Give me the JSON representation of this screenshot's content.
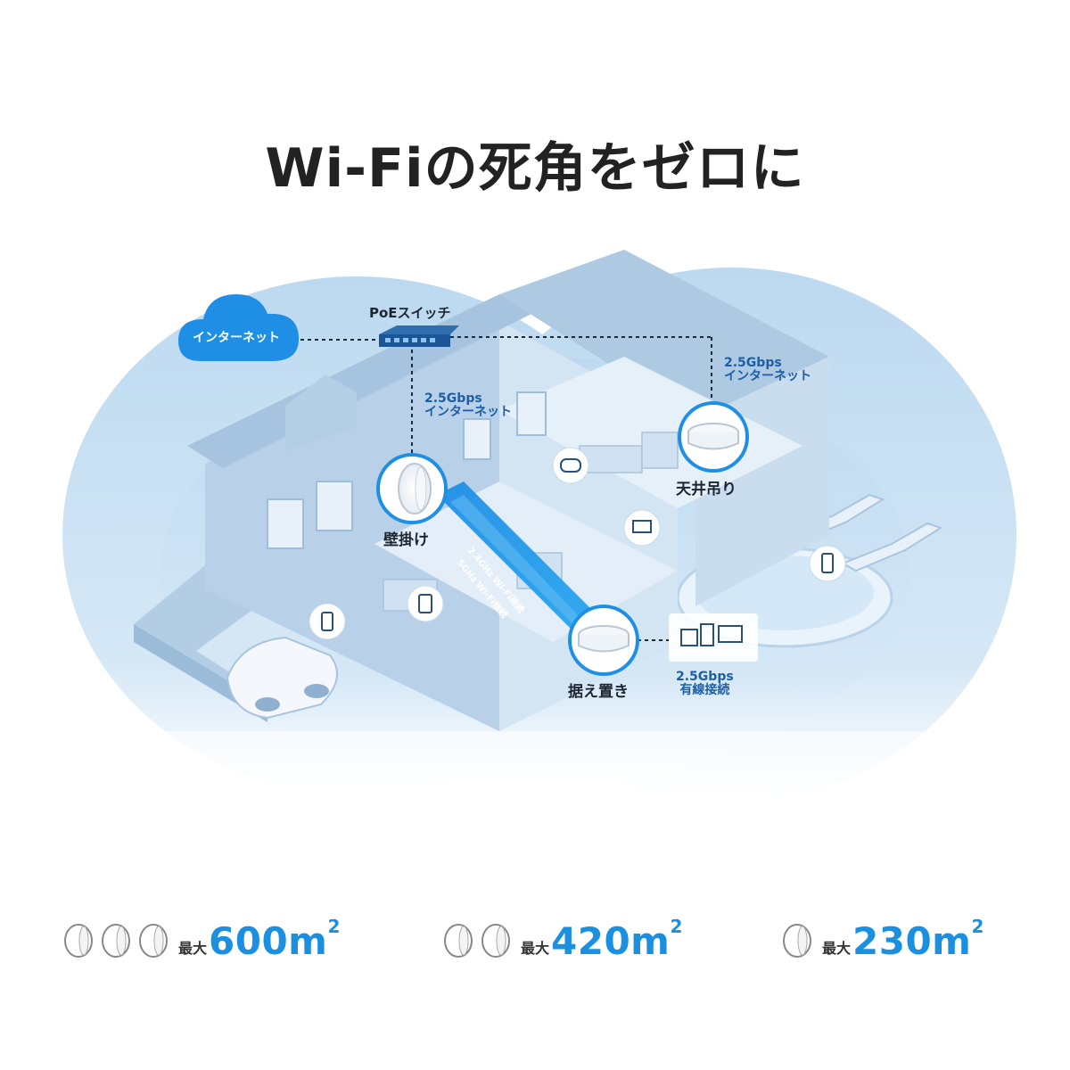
{
  "title": "Wi-Fiの死角をゼロに",
  "diagram": {
    "cloud_label": "インターネット",
    "switch_label": "PoEスイッチ",
    "link_left": "2.5Gbps\nインターネット",
    "link_right": "2.5Gbps\nインターネット",
    "ap_wall": "壁掛け",
    "ap_ceiling": "天井吊り",
    "ap_desk": "据え置き",
    "wired_label": "2.5Gbps\n有線接続",
    "wifi_band_1": "2.4GHz Wi-Fi接続",
    "wifi_band_2": "5GHz Wi-Fi接続"
  },
  "colors": {
    "accent": "#1b8fe0",
    "house": "#c8def1",
    "bubble": "#cfe4f5",
    "dark_blue": "#1c5fa8"
  },
  "coverage": [
    {
      "units": 3,
      "prefix": "最大",
      "area": "600m",
      "exp": "2"
    },
    {
      "units": 2,
      "prefix": "最大",
      "area": "420m",
      "exp": "2"
    },
    {
      "units": 1,
      "prefix": "最大",
      "area": "230m",
      "exp": "2"
    }
  ]
}
